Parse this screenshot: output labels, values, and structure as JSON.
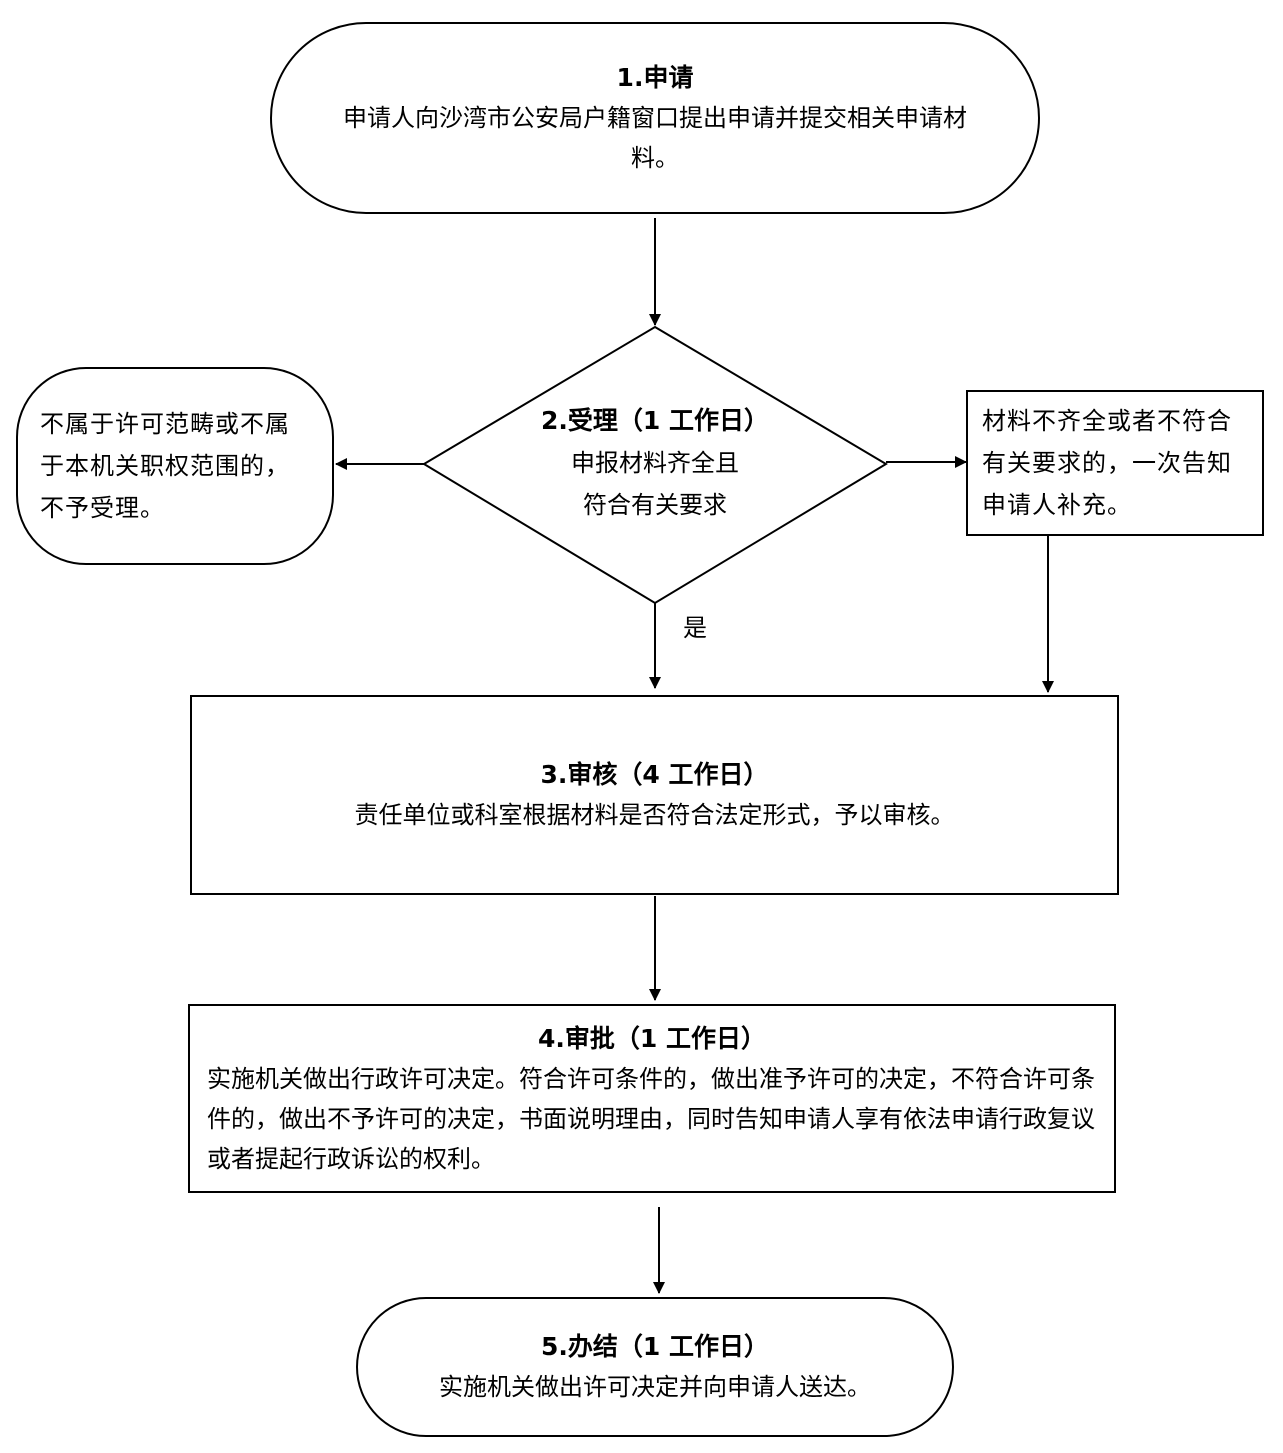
{
  "step1": {
    "title": "1.申请",
    "text": "申请人向沙湾市公安局户籍窗口提出申请并提交相关申请材料。"
  },
  "step2": {
    "title": "2.受理（1 工作日）",
    "line1": "申报材料齐全且",
    "line2": "符合有关要求"
  },
  "reject": {
    "text": "不属于许可范畴或不属于本机关职权范围的，不予受理。"
  },
  "supplement": {
    "text": "材料不齐全或者不符合有关要求的，一次告知申请人补充。"
  },
  "yes_label": "是",
  "step3": {
    "title": "3.审核（4 工作日）",
    "text": "责任单位或科室根据材料是否符合法定形式，予以审核。"
  },
  "step4": {
    "title": "4.审批（1 工作日）",
    "text": "实施机关做出行政许可决定。符合许可条件的，做出准予许可的决定，不符合许可条件的，做出不予许可的决定，书面说明理由，同时告知申请人享有依法申请行政复议或者提起行政诉讼的权利。"
  },
  "step5": {
    "title": "5.办结（1 工作日）",
    "text": "实施机关做出许可决定并向申请人送达。"
  }
}
